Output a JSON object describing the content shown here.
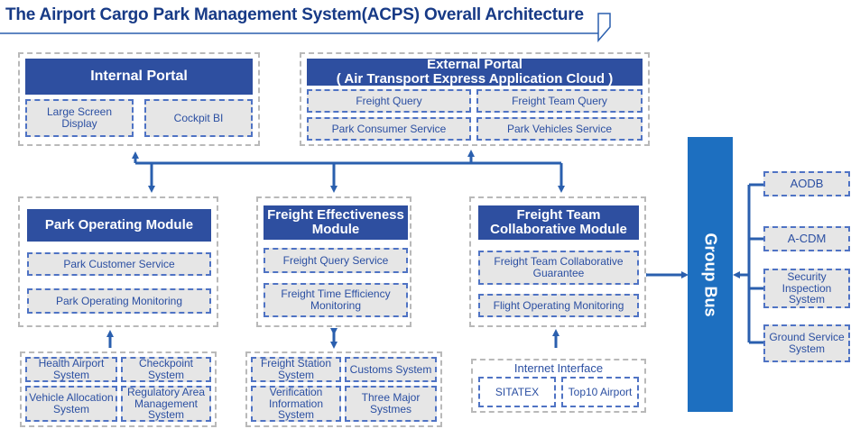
{
  "title": "The Airport Cargo Park Management System(ACPS) Overall Architecture",
  "internal_portal": {
    "header": "Internal Portal",
    "items": [
      "Large Screen Display",
      "Cockpit BI"
    ]
  },
  "external_portal": {
    "header_line1": "External Portal",
    "header_line2": "( Air Transport Express Application Cloud )",
    "items": [
      "Freight Query",
      "Freight Team Query",
      "Park Consumer Service",
      "Park Vehicles Service"
    ]
  },
  "park_operating": {
    "header": "Park Operating Module",
    "items": [
      "Park Customer Service",
      "Park Operating Monitoring"
    ]
  },
  "freight_effectiveness": {
    "header_line1": "Freight Effectiveness",
    "header_line2": "Module",
    "items": [
      "Freight Query Service",
      "Freight Time Efficiency Monitoring"
    ]
  },
  "freight_team": {
    "header_line1": "Freight Team",
    "header_line2": "Collaborative Module",
    "items": [
      "Freight Team Collaborative Guarantee",
      "Flight Operating Monitoring"
    ]
  },
  "bottom_left": {
    "items": [
      "Health Airport System",
      "Checkpoint System",
      "Vehicle Allocation System",
      "Regulatory Area Management System"
    ]
  },
  "bottom_middle": {
    "items": [
      "Freight Station System",
      "Customs System",
      "Verification Information System",
      "Three Major Systmes"
    ]
  },
  "internet_interface": {
    "label": "Internet Interface",
    "items": [
      "SITATEX",
      "Top10 Airport"
    ]
  },
  "group_bus": "Group Bus",
  "external_systems": [
    "AODB",
    "A-CDM",
    "Security Inspection System",
    "Ground Service System"
  ],
  "colors": {
    "title": "#173a86",
    "header_bar": "#2e4fa0",
    "group_bus": "#1d6fc0",
    "connector": "#2a5fae",
    "box_fill": "#e6e6e6"
  }
}
